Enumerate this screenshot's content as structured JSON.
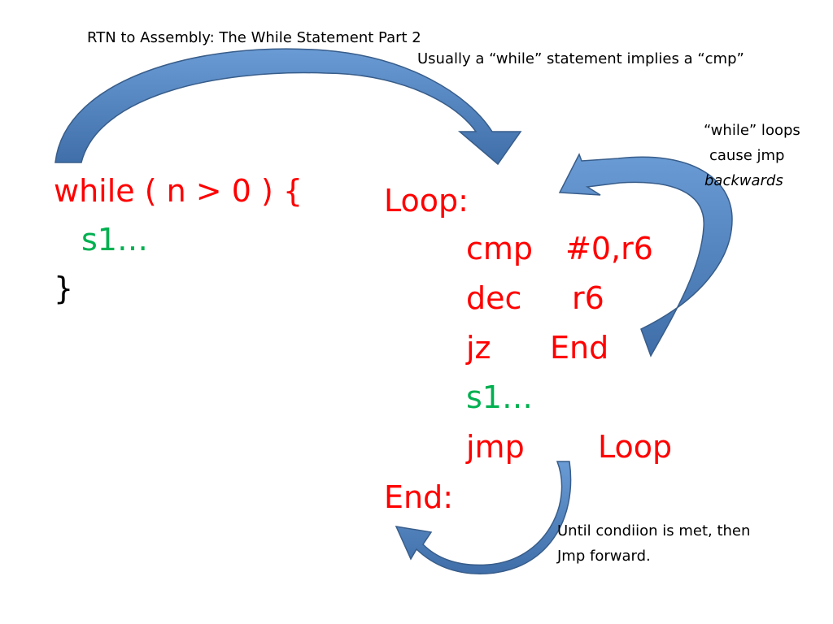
{
  "slide": {
    "title": "RTN to Assembly: The While Statement Part 2",
    "subtitle": "Usually a “while” statement implies a “cmp”",
    "c_code": {
      "line1": "while ( n > 0 ) {",
      "line2": "s1…",
      "line3": "}"
    },
    "asm": {
      "label_loop": "Loop:",
      "cmp_op": "cmp",
      "cmp_arg": "#0,r6",
      "dec_op": "dec",
      "dec_arg": "r6",
      "jz_op": "jz",
      "jz_arg": "End",
      "body": "s1…",
      "jmp_op": "jmp",
      "jmp_arg": "Loop",
      "label_end": "End:"
    },
    "note_backwards": {
      "line1": "“while” loops",
      "line2": "cause jmp",
      "line3": "backwards"
    },
    "note_forward": {
      "line1": "Until condiion is met, then",
      "line2": "Jmp forward."
    },
    "colors": {
      "code_red": "#ff0000",
      "code_green": "#00b050",
      "arrow_fill": "#4f81bd",
      "arrow_stroke": "#385d8a"
    },
    "icons": [
      "curved-arrow-icon",
      "curved-arrow-icon",
      "curved-arrow-icon"
    ]
  }
}
